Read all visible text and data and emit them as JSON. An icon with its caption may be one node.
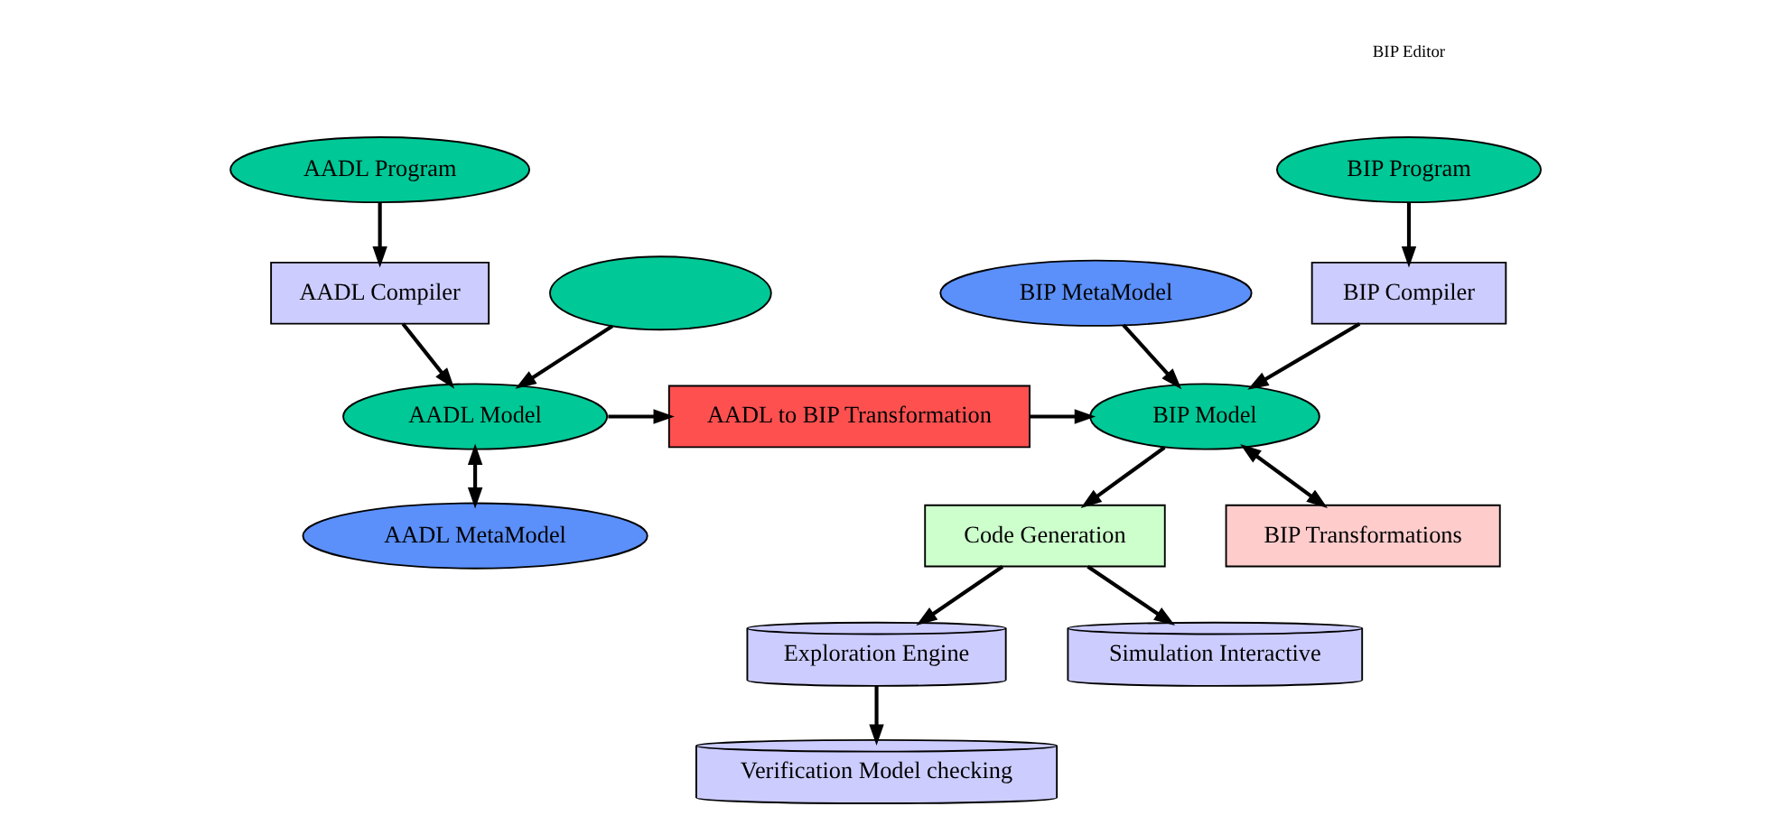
{
  "diagram": {
    "nodes": [
      {
        "text": [
          "BIP Program"
        ]
      },
      {
        "text": [
          "BIP Compiler"
        ]
      },
      {
        "text": [
          "BIP MetaModel"
        ]
      },
      {
        "text": [
          "BIP Model"
        ]
      },
      {
        "text": [
          "BIP Transformations"
        ]
      },
      {
        "text": [
          "Code Generation"
        ]
      },
      {
        "text": [
          "Verification Model checking"
        ]
      },
      {
        "text": [
          "Exploration Engine"
        ]
      },
      {
        "text": [
          "Simulation Interactive"
        ]
      },
      {
        "text": [
          "AADL Program"
        ]
      },
      {
        "text": [
          "AADL Compiler"
        ]
      },
      {
        "text": [
          "AADL to BIP Transformation"
        ]
      },
      {
        "text": [
          "AADL Model"
        ]
      },
      {
        "text": [
          "AADL MetaModel"
        ]
      },
      {
        "text": [],
        "shape": "ellipse"
      }
    ],
    "edges": [
      {
        "from": 0,
        "to": 1,
        "arrow": "to"
      },
      {
        "from": 1,
        "to": 3,
        "arrow": "to"
      },
      {
        "from": 2,
        "to": 3,
        "arrow": "to"
      },
      {
        "from": 3,
        "to": 4,
        "arrow": "both"
      },
      {
        "from": 3,
        "to": 5,
        "arrow": "to"
      },
      {
        "from": 5,
        "to": 7,
        "arrow": "to"
      },
      {
        "from": 5,
        "to": 8,
        "arrow": "to"
      },
      {
        "from": 7,
        "to": 6,
        "arrow": "to"
      },
      {
        "from": 9,
        "to": 10,
        "arrow": "to"
      },
      {
        "from": 10,
        "to": 12,
        "arrow": "to"
      },
      {
        "from": 12,
        "to": 11,
        "arrow": "to"
      },
      {
        "from": 11,
        "to": 3,
        "arrow": "to"
      },
      {
        "from": 12,
        "to": 13,
        "arrow": "both"
      },
      {
        "from": 14,
        "to": 12,
        "arrow": "to"
      }
    ],
    "labels": [
      "BIP Editor"
    ]
  }
}
